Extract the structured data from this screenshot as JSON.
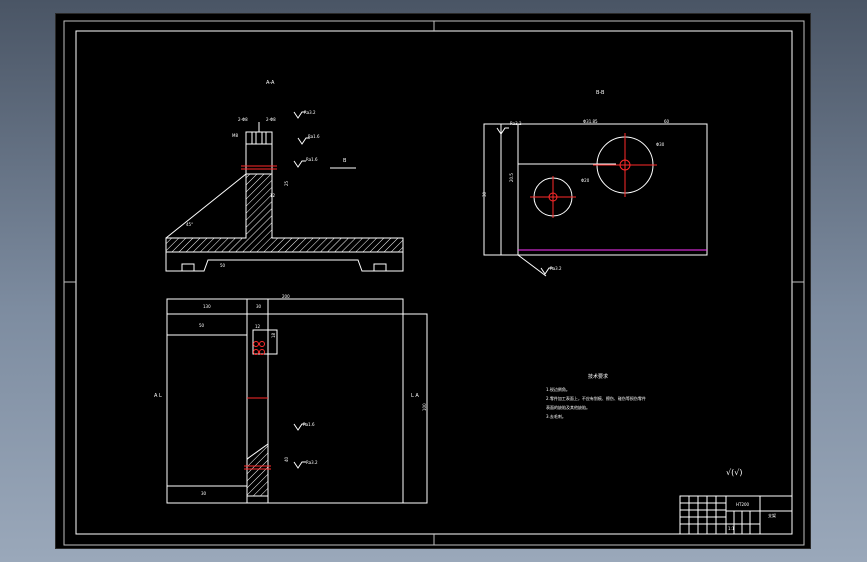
{
  "view_labels": {
    "front_section": "A-A",
    "right_view": "B-B",
    "bottom_view_left": "A L",
    "bottom_view_right": "L A",
    "arrow_b": "B"
  },
  "roughness": {
    "r1": "Ra3.2",
    "r2": "Ra1.6",
    "r3": "Ra1.6",
    "r4": "Ra3.2",
    "r5": "Ra3.2",
    "r6": "Ra1.6",
    "r7": "Ra3.2",
    "general": "√(√)"
  },
  "dimensions": {
    "front": {
      "d1": "2-Φ8",
      "d2": "2-Φ8",
      "d3": "M8",
      "angle": "45°",
      "h1": "25",
      "w_base": "50",
      "v1": "12"
    },
    "right": {
      "d1": "Φ31.85",
      "d2": "60",
      "d3": "Φ20",
      "d4": "Φ30",
      "d5": "20.5",
      "d6": "30"
    },
    "bottom": {
      "b1": "130",
      "b2": "30",
      "b3": "200",
      "b4": "50",
      "b5": "12",
      "b6": "18",
      "b7": "30",
      "b8": "100",
      "b9": "40"
    }
  },
  "tech_requirements": {
    "title": "技术要求",
    "lines": [
      "1.锐边倒角。",
      "2.零件加工表面上，不应有划痕、擦伤、碰伤等损伤零件",
      "表面的缺陷及其他缺陷。",
      "3.去毛刺。"
    ]
  },
  "title_block": {
    "material": "HT200",
    "name": "支架",
    "scale": "1:1"
  },
  "colors": {
    "line": "#ffffff",
    "center": "#ff2a2a",
    "accent": "#ff33ff",
    "frame": "#bfbfbf"
  }
}
